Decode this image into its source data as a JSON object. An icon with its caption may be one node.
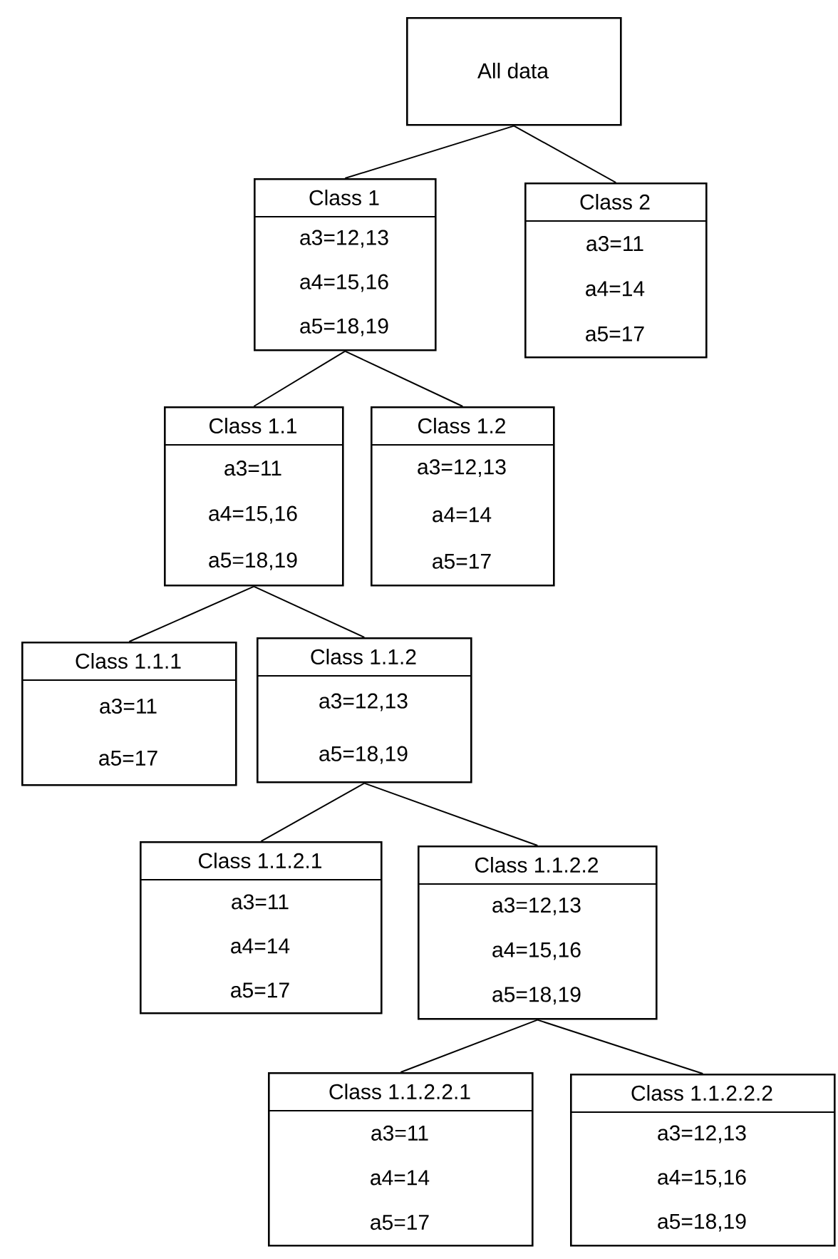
{
  "diagram": {
    "nodes": [
      {
        "text": [
          "All data"
        ]
      },
      {
        "text": [
          "Class 1",
          "a3=12,13",
          "a4=15,16",
          "a5=18,19"
        ]
      },
      {
        "text": [
          "Class 2",
          "a3=11",
          "a4=14",
          "a5=17"
        ]
      },
      {
        "text": [
          "Class 1.1",
          "a3=11",
          "a4=15,16",
          "a5=18,19"
        ]
      },
      {
        "text": [
          "Class 1.2",
          "a3=12,13",
          "a4=14",
          "a5=17"
        ]
      },
      {
        "text": [
          "Class 1.1.1",
          "a3=11",
          "a5=17"
        ]
      },
      {
        "text": [
          "Class 1.1.2",
          "a3=12,13",
          "a5=18,19"
        ]
      },
      {
        "text": [
          "Class 1.1.2.1",
          "a3=11",
          "a4=14",
          "a5=17"
        ]
      },
      {
        "text": [
          "Class 1.1.2.2",
          "a3=12,13",
          "a4=15,16",
          "a5=18,19"
        ]
      },
      {
        "text": [
          "Class 1.1.2.2.1",
          "a3=11",
          "a4=14",
          "a5=17"
        ]
      },
      {
        "text": [
          "Class 1.1.2.2.2",
          "a3=12,13",
          "a4=15,16",
          "a5=18,19"
        ]
      }
    ],
    "edges": [
      {
        "from": 0,
        "to": 1,
        "arrow": "none"
      },
      {
        "from": 0,
        "to": 2,
        "arrow": "none"
      },
      {
        "from": 1,
        "to": 3,
        "arrow": "none"
      },
      {
        "from": 1,
        "to": 4,
        "arrow": "none"
      },
      {
        "from": 3,
        "to": 5,
        "arrow": "none"
      },
      {
        "from": 3,
        "to": 6,
        "arrow": "none"
      },
      {
        "from": 6,
        "to": 7,
        "arrow": "none"
      },
      {
        "from": 6,
        "to": 8,
        "arrow": "none"
      },
      {
        "from": 8,
        "to": 9,
        "arrow": "none"
      },
      {
        "from": 8,
        "to": 10,
        "arrow": "none"
      }
    ]
  }
}
